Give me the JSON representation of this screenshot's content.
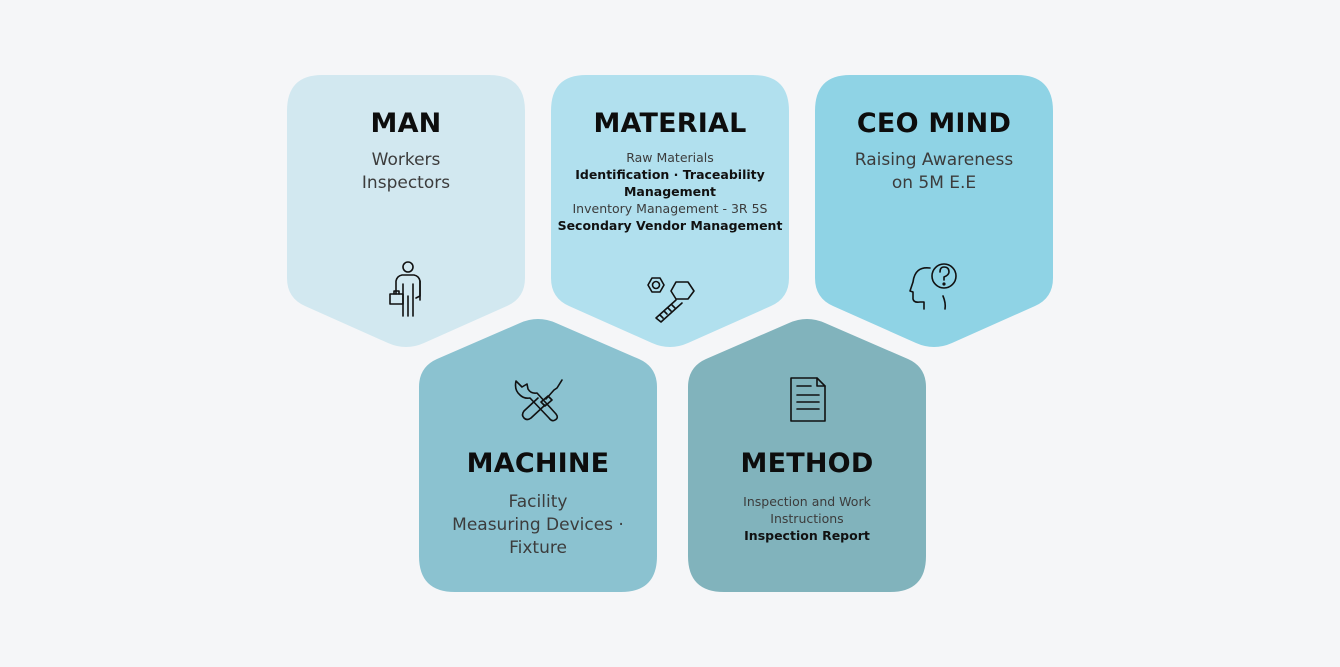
{
  "colors": {
    "background": "#f5f6f8",
    "man": "#d2e8f0",
    "material": "#b1e0ee",
    "ceo_mind": "#8fd3e5",
    "machine": "#8bc2d0",
    "method": "#81b3bc",
    "text_dark": "#0d0d0d",
    "text_muted": "#3c3c3c"
  },
  "cards": {
    "man": {
      "title": "MAN",
      "lines": [
        "Workers",
        "Inspectors"
      ],
      "icon": "worker-icon"
    },
    "material": {
      "title": "MATERIAL",
      "lines": [
        "Raw Materials",
        "Identification · Traceability",
        "Management",
        "Inventory Management - 3R 5S",
        "Secondary Vendor Management"
      ],
      "icon": "bolt-nut-icon"
    },
    "ceo_mind": {
      "title": "CEO MIND",
      "lines": [
        "Raising Awareness",
        "on 5M E.E"
      ],
      "icon": "head-question-icon"
    },
    "machine": {
      "title": "MACHINE",
      "lines": [
        "Facility",
        "Measuring Devices ·",
        "Fixture"
      ],
      "icon": "wrench-screwdriver-icon"
    },
    "method": {
      "title": "METHOD",
      "lines": [
        "Inspection and Work",
        "Instructions",
        "Inspection Report"
      ],
      "icon": "document-icon"
    }
  }
}
